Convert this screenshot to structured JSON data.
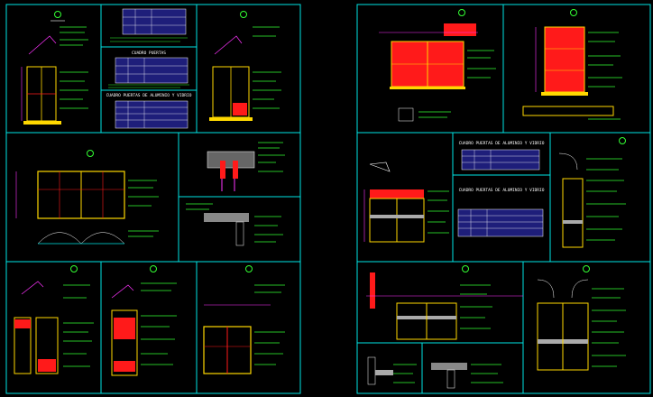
{
  "colors": {
    "background": "#000000",
    "frame": "#00e5e5",
    "glass": "#ff1a1a",
    "frame_yellow": "#ffd800",
    "annotation": "#33ff33",
    "dimension": "#ff33ff",
    "table_bg": "#1e1e7a",
    "text": "#ffffff"
  },
  "sheet_left": {
    "top_middle_tables": [
      {
        "title": "",
        "rows": 3
      },
      {
        "title": "CUADRO PUERTAS",
        "rows": 3
      },
      {
        "title": "CUADRO PUERTAS DE ALUMINIO Y VIDRIO",
        "rows": 4
      }
    ]
  },
  "sheet_right": {
    "tables": [
      {
        "title": "CUADRO PUERTAS DE ALUMINIO Y VIDRIO",
        "rows": 3
      },
      {
        "title": "CUADRO PUERTAS DE ALUMINIO Y VIDRIO",
        "rows": 4
      }
    ]
  }
}
